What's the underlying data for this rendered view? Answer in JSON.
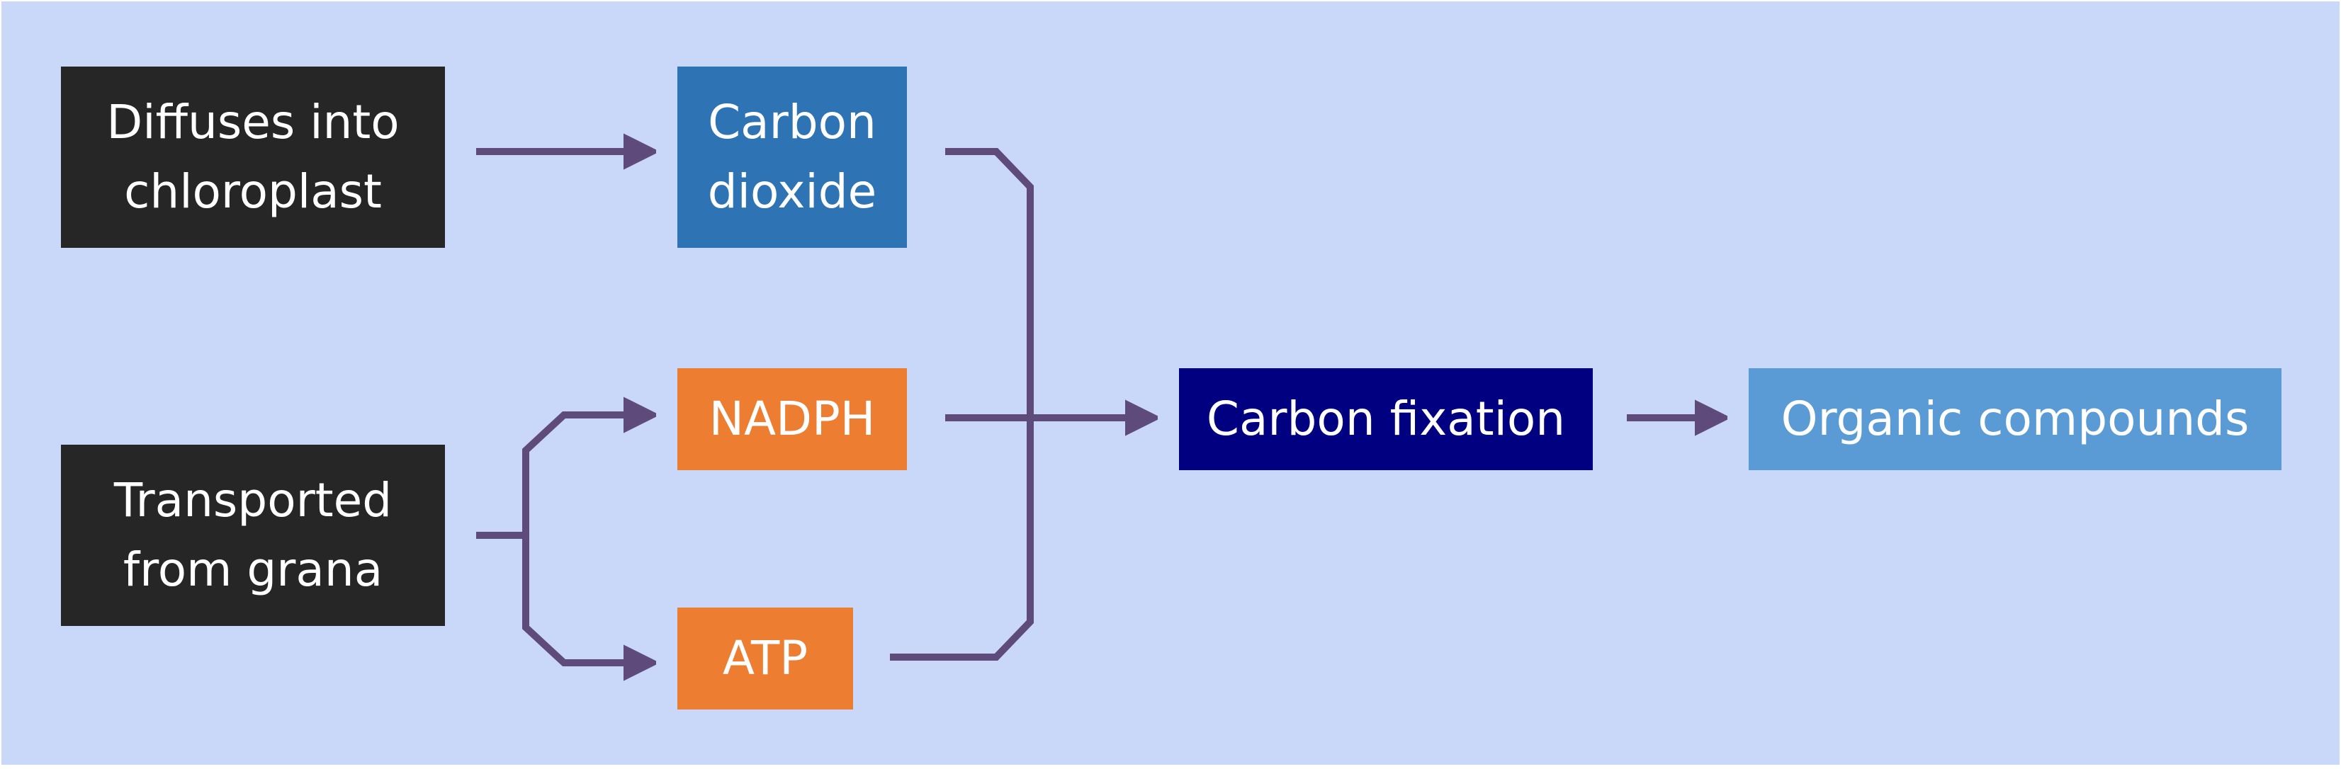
{
  "colors": {
    "background": "#c9d7f8",
    "connector": "#5e4b7b",
    "source_box": "#262626",
    "carbon_dioxide_box": "#2e74b5",
    "energy_box": "#ed7d31",
    "fixation_box": "#000080",
    "product_box": "#5b9bd5",
    "text": "#ffffff"
  },
  "nodes": {
    "diffuses": {
      "label": "Diffuses into\nchloroplast",
      "color": "#262626"
    },
    "transported": {
      "label": "Transported\nfrom grana",
      "color": "#262626"
    },
    "co2": {
      "label": "Carbon\ndioxide",
      "color": "#2e74b5"
    },
    "nadph": {
      "label": "NADPH",
      "color": "#ed7d31"
    },
    "atp": {
      "label": "ATP",
      "color": "#ed7d31"
    },
    "fixation": {
      "label": "Carbon fixation",
      "color": "#000080"
    },
    "organic": {
      "label": "Organic compounds",
      "color": "#5b9bd5"
    }
  },
  "edges": [
    {
      "from": "diffuses",
      "to": "co2"
    },
    {
      "from": "transported",
      "to": "nadph"
    },
    {
      "from": "transported",
      "to": "atp"
    },
    {
      "from": "co2",
      "to": "fixation"
    },
    {
      "from": "nadph",
      "to": "fixation"
    },
    {
      "from": "atp",
      "to": "fixation"
    },
    {
      "from": "fixation",
      "to": "organic"
    }
  ]
}
